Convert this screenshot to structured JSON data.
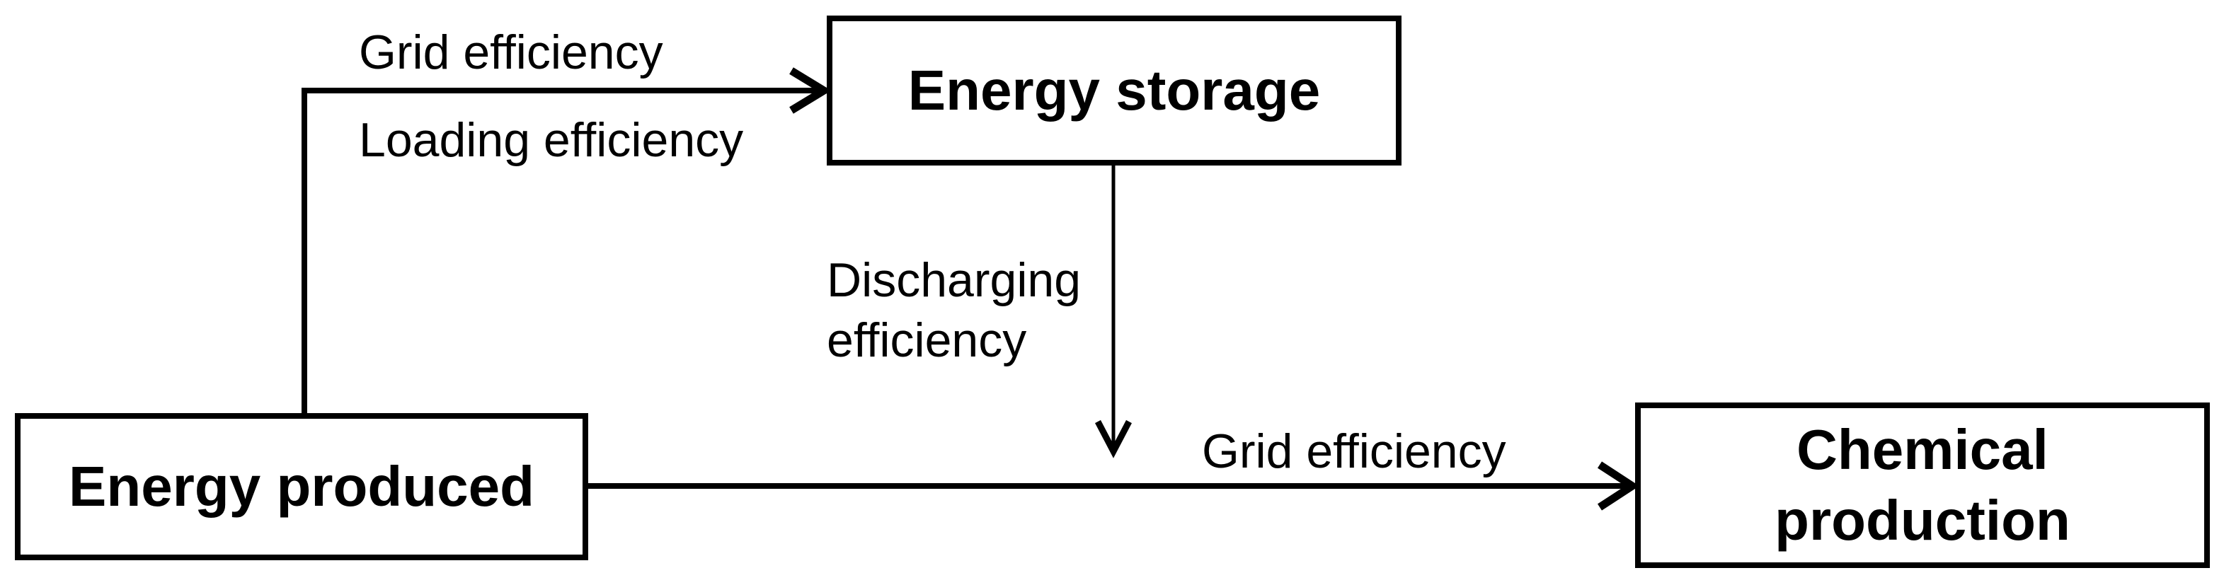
{
  "nodes": {
    "energy_produced": {
      "label": "Energy produced"
    },
    "energy_storage": {
      "label": "Energy storage"
    },
    "chemical_production": {
      "label_lines": [
        "Chemical",
        "production"
      ]
    }
  },
  "edges": {
    "produced_to_storage": {
      "label_above": "Grid efficiency",
      "label_below": "Loading efficiency"
    },
    "storage_to_grid": {
      "label_lines": [
        "Discharging",
        "efficiency"
      ]
    },
    "produced_to_chemical": {
      "label": "Grid efficiency"
    }
  },
  "colors": {
    "stroke": "#000000",
    "text": "#000000",
    "background": "#ffffff"
  }
}
